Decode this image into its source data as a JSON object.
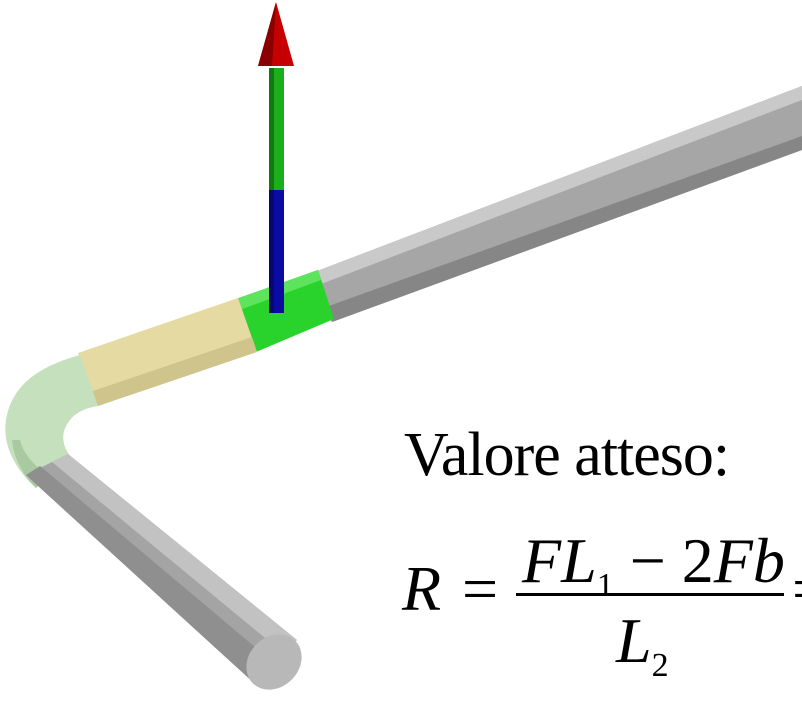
{
  "caption": "Valore atteso:",
  "formula": {
    "lhs": "R",
    "equals": "=",
    "num_F": "F",
    "num_L": "L",
    "num_sub1": "1",
    "num_minus": " − ",
    "num_coef": "2",
    "num_Fb": "Fb",
    "den_L": "L",
    "den_sub2": "2",
    "trailing_equals": "="
  },
  "colors": {
    "pipe_gray": "#a3a3a3",
    "segment_tan": "#e6dca3",
    "segment_green": "#29d12b",
    "bend_light_green": "#c4dfbb",
    "arrow_red": "#c80000",
    "arrow_green": "#1aa81a",
    "arrow_blue": "#0a0aa0"
  }
}
